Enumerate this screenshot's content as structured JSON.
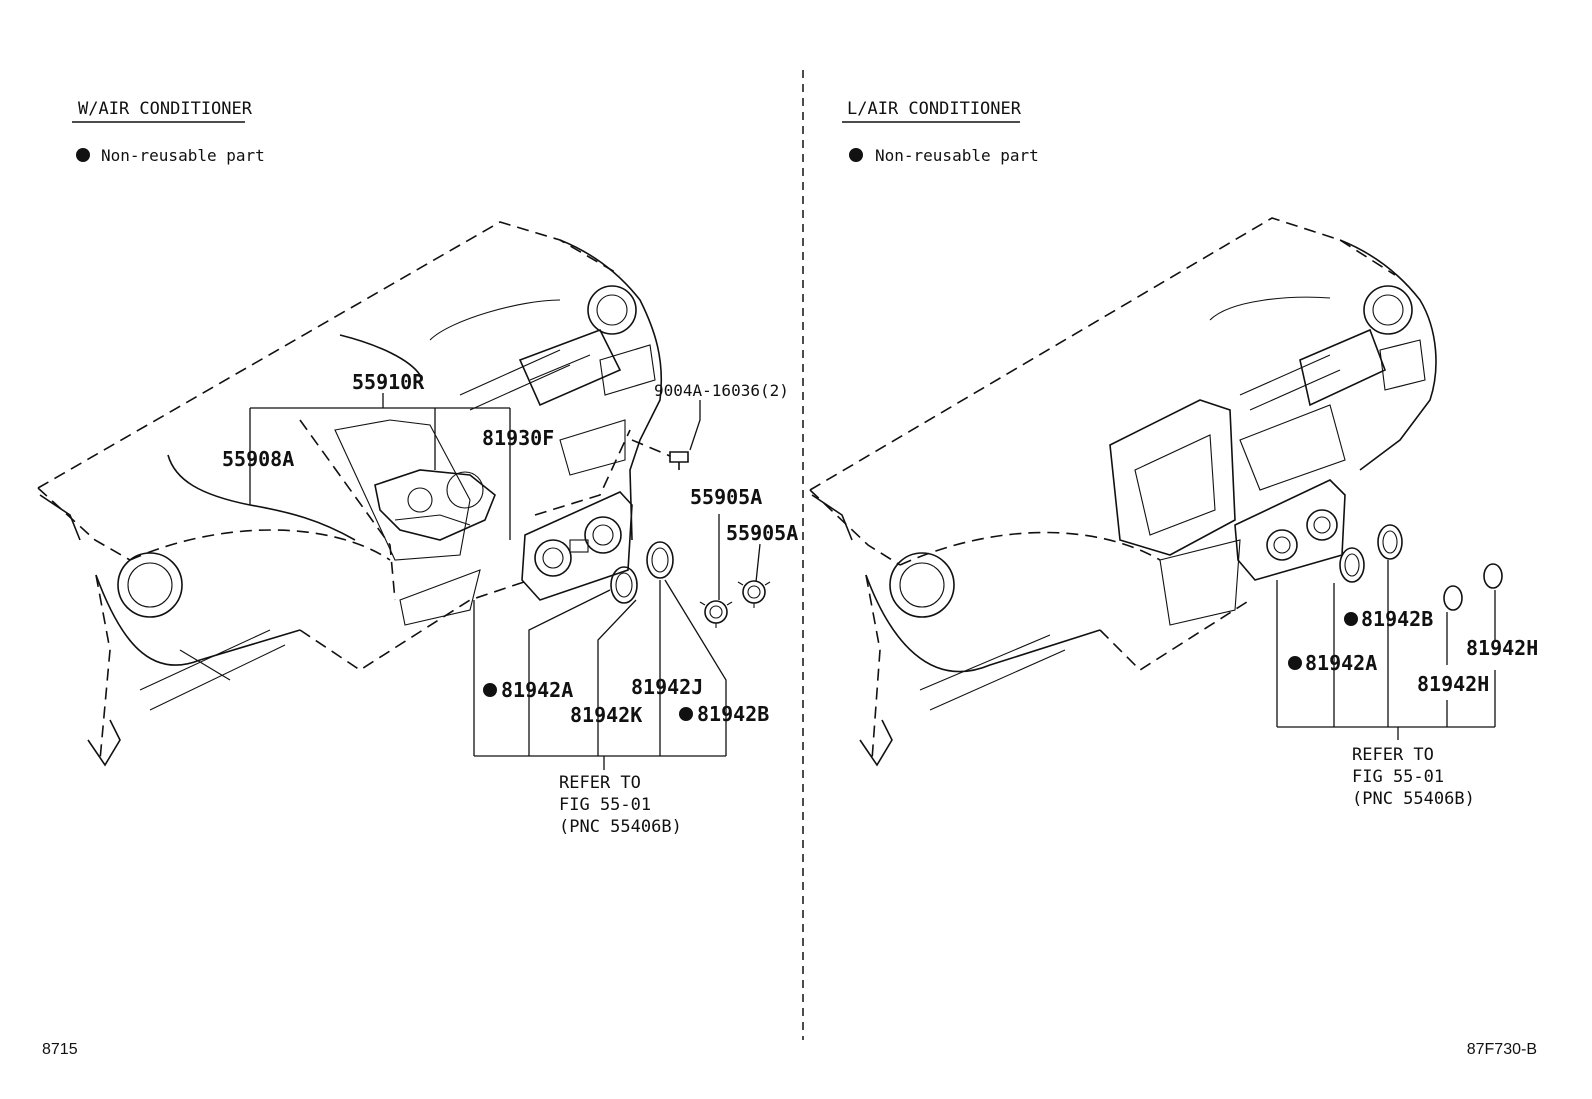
{
  "left_section": {
    "title": "W/AIR CONDITIONER",
    "legend": "Non-reusable part",
    "parts": {
      "p55910R": "55910R",
      "p55908A": "55908A",
      "p81930F": "81930F",
      "p9004A": "9004A-16036(2)",
      "p55905A_1": "55905A",
      "p55905A_2": "55905A",
      "p81942A": "81942A",
      "p81942K": "81942K",
      "p81942J": "81942J",
      "p81942B": "81942B"
    },
    "refer": {
      "line1": "REFER TO",
      "line2": "FIG 55-01",
      "line3": "(PNC 55406B)"
    }
  },
  "right_section": {
    "title": "L/AIR CONDITIONER",
    "legend": "Non-reusable part",
    "parts": {
      "p81942B": "81942B",
      "p81942A": "81942A",
      "p81942H_1": "81942H",
      "p81942H_2": "81942H"
    },
    "refer": {
      "line1": "REFER TO",
      "line2": "FIG 55-01",
      "line3": "(PNC 55406B)"
    }
  },
  "footer": {
    "left_code": "8715",
    "right_code": "87F730-B"
  }
}
